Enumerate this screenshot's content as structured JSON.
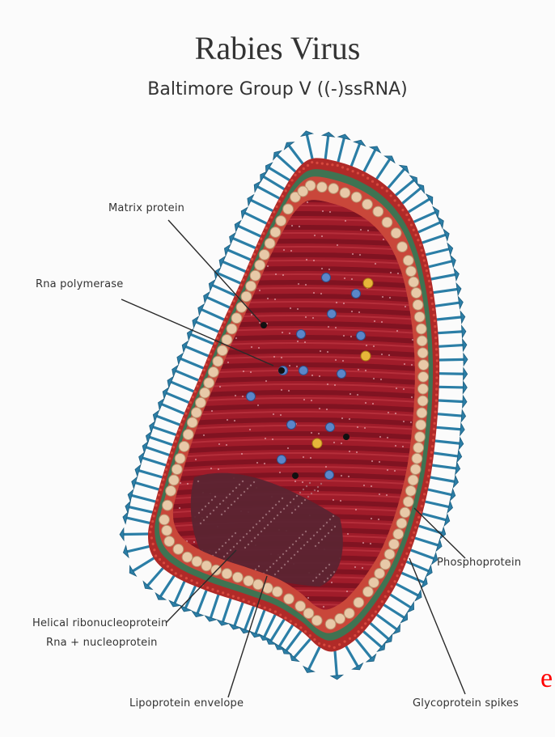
{
  "title": "Rabies Virus",
  "subtitle": "Baltimore Group V ((-)ssRNA)",
  "labels": {
    "matrix_protein": "Matrix protein",
    "rna_polymerase": "Rna polymerase",
    "phosphoprotein": "Phosphoprotein",
    "helical_line1": "Helical ribonucleoprotein",
    "helical_line2": "Rna + nucleoprotein",
    "lipoprotein": "Lipoprotein envelope",
    "glycoprotein": "Glycoprotein spikes"
  },
  "edge_letter": "e",
  "colors": {
    "spike": "#2b7ea6",
    "envelope": "#b02a28",
    "membrane_green": "#3f7352",
    "bead": "#e8c9a8",
    "core": "#a01c2a",
    "core_stripe": "#7a1220",
    "dark_core": "#5b2431",
    "text": "#333333",
    "edge_letter": "#ff0000"
  }
}
